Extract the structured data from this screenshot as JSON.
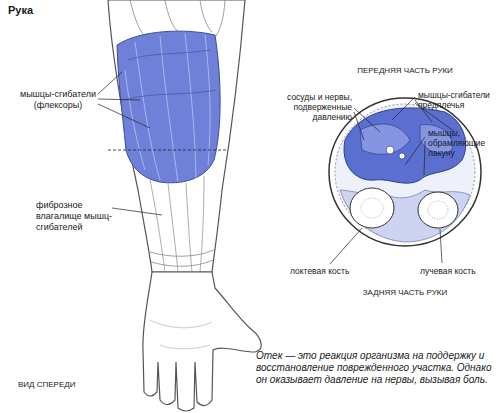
{
  "diagram": {
    "title": "Рука",
    "caption": "Отек — это реакция организма на поддержку и восстановление поврежденного участка. Однако он оказывает давление на нервы, вызывая боль.",
    "labels": [
      "мышцы-сгибатели (флексоры)",
      "фиброзное влагалище мышц-сгибателей",
      "ВИД СПЕРЕДИ",
      "ПЕРЕДНЯЯ ЧАСТЬ РУКИ",
      "сосуды и нервы, подверженные давлению",
      "мышцы-сгибатели предплечья",
      "мышцы, обрамляющие лакуну",
      "локтевая кость",
      "лучевая кость",
      "ЗАДНЯЯ ЧАСТЬ РУКИ"
    ]
  }
}
